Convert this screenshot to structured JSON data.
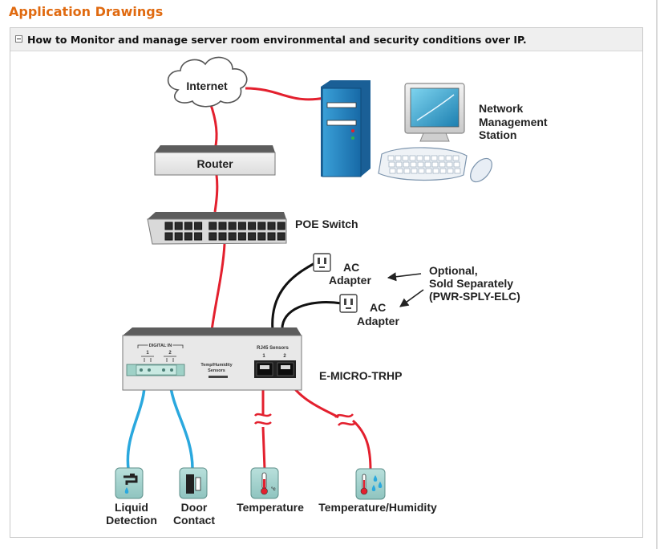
{
  "section": {
    "title": "Application Drawings"
  },
  "panel": {
    "toggle_icon": "minus-box-icon",
    "title": "How to Monitor and manage server room environmental and security conditions over IP."
  },
  "diagram": {
    "internet": "Internet",
    "router": "Router",
    "poe_switch": "POE Switch",
    "nms_line1": "Network",
    "nms_line2": "Management",
    "nms_line3": "Station",
    "ac1_line1": "AC",
    "ac1_line2": "Adapter",
    "ac2_line1": "AC",
    "ac2_line2": "Adapter",
    "optional_line1": "Optional,",
    "optional_line2": "Sold Separately",
    "optional_line3": "(PWR-SPLY-ELC)",
    "device_name": "E-MICRO-TRHP",
    "digital_in": "DIGITAL IN",
    "di_1": "1",
    "di_2": "2",
    "th_line1": "Temp/Humidity",
    "th_line2": "Sensors",
    "rj45": "RJ45 Sensors",
    "rj_1": "1",
    "rj_2": "2",
    "liquid_line1": "Liquid",
    "liquid_line2": "Detection",
    "door_line1": "Door",
    "door_line2": "Contact",
    "temperature": "Temperature",
    "temp_humidity": "Temperature/Humidity",
    "deg_c": "°c"
  },
  "colors": {
    "title_orange": "#e06a10",
    "cable_red": "#e3202e",
    "cable_blue": "#2aa8de",
    "cable_black": "#111111",
    "sensor_teal": "#9fcfcb"
  }
}
